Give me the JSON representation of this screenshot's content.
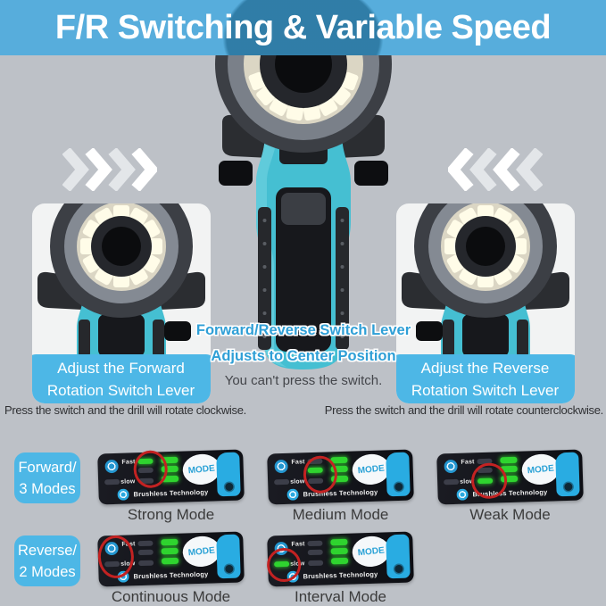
{
  "banner": {
    "title": "F/R Switching & Variable Speed"
  },
  "colors": {
    "banner_blue": "#57ADDC",
    "label_blue": "#4DB7E6",
    "accent_cyan": "#29ACE2",
    "led_green": "#2FD42F",
    "highlight_red": "#C32222",
    "background_gray": "#BDC1C7",
    "mode_text_blue": "#2BA2D6"
  },
  "icons": {
    "left_arrow_group": "chevrons-right-icon",
    "right_arrow_group": "chevrons-left-icon",
    "panel_speed": "speed-dial-icon",
    "panel_motor": "brushless-motor-icon",
    "panel_light": "light-bulb-icon"
  },
  "insets": {
    "left": {
      "label_line1": "Adjust the Forward",
      "label_line2": "Rotation Switch Lever",
      "caption": "Press the switch and the drill will rotate clockwise."
    },
    "right": {
      "label_line1": "Adjust the Reverse",
      "label_line2": "Rotation Switch Lever",
      "caption": "Press the switch and the drill will rotate counterclockwise."
    }
  },
  "center_note": {
    "line1": "Forward/Reverse Switch Lever",
    "line2": "Adjusts to Center Position",
    "line3": "You can't press the switch."
  },
  "panel_common": {
    "fast_label": "Fast",
    "slow_label": "slow",
    "mode_button": "MODE",
    "brand": "Brushless Technology"
  },
  "mode_rows": [
    {
      "group_line1": "Forward/",
      "group_line2": "3 Modes",
      "panels": [
        {
          "caption": "Strong Mode",
          "lit_led": "fast",
          "highlight": "fast-led"
        },
        {
          "caption": "Medium Mode",
          "lit_led": "mid",
          "highlight": "middle-led"
        },
        {
          "caption": "Weak Mode",
          "lit_led": "slow_right",
          "highlight": "slow-right-led"
        }
      ]
    },
    {
      "group_line1": "Reverse/",
      "group_line2": "2 Modes",
      "panels": [
        {
          "caption": "Continuous Mode",
          "lit_led": "none",
          "highlight": "left-indicator"
        },
        {
          "caption": "Interval Mode",
          "lit_led": "slow_left",
          "highlight": "slow-left-led"
        }
      ]
    }
  ]
}
